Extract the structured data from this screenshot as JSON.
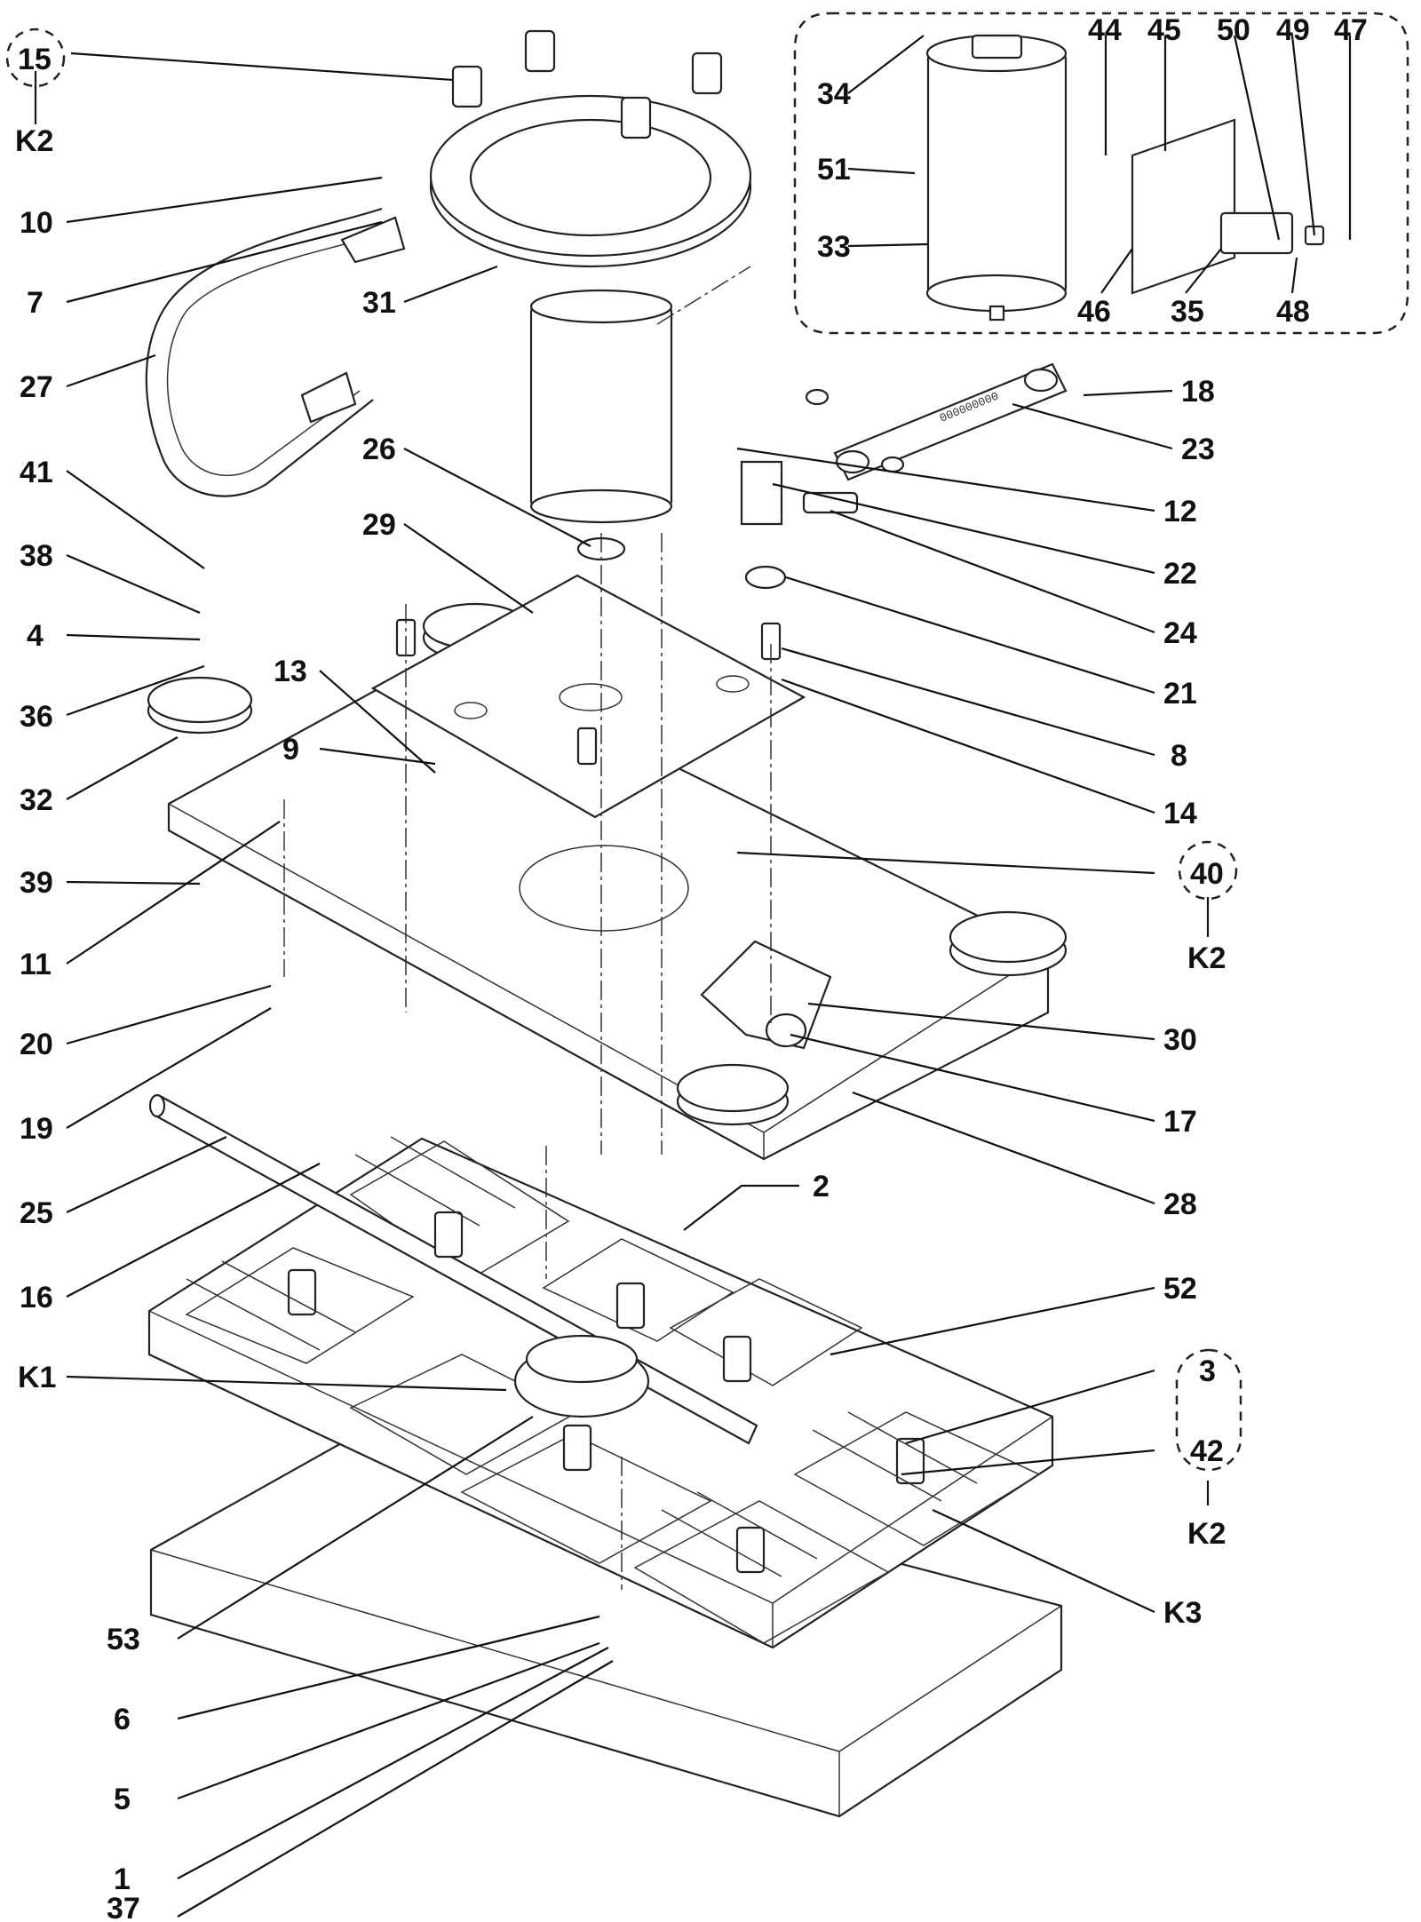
{
  "callouts": [
    {
      "id": "c15",
      "text": "15"
    },
    {
      "id": "k2a",
      "text": "K2"
    },
    {
      "id": "c10",
      "text": "10"
    },
    {
      "id": "c7",
      "text": "7"
    },
    {
      "id": "c27",
      "text": "27"
    },
    {
      "id": "c41",
      "text": "41"
    },
    {
      "id": "c38",
      "text": "38"
    },
    {
      "id": "c4",
      "text": "4"
    },
    {
      "id": "c36",
      "text": "36"
    },
    {
      "id": "c32",
      "text": "32"
    },
    {
      "id": "c39",
      "text": "39"
    },
    {
      "id": "c11",
      "text": "11"
    },
    {
      "id": "c20",
      "text": "20"
    },
    {
      "id": "c19",
      "text": "19"
    },
    {
      "id": "c25",
      "text": "25"
    },
    {
      "id": "c16",
      "text": "16"
    },
    {
      "id": "k1",
      "text": "K1"
    },
    {
      "id": "c53",
      "text": "53"
    },
    {
      "id": "c6",
      "text": "6"
    },
    {
      "id": "c5",
      "text": "5"
    },
    {
      "id": "c1",
      "text": "1"
    },
    {
      "id": "c37",
      "text": "37"
    },
    {
      "id": "c31",
      "text": "31"
    },
    {
      "id": "c26",
      "text": "26"
    },
    {
      "id": "c29",
      "text": "29"
    },
    {
      "id": "c13",
      "text": "13"
    },
    {
      "id": "c9",
      "text": "9"
    },
    {
      "id": "c2",
      "text": "2"
    },
    {
      "id": "c34",
      "text": "34"
    },
    {
      "id": "c51",
      "text": "51"
    },
    {
      "id": "c33",
      "text": "33"
    },
    {
      "id": "c44",
      "text": "44"
    },
    {
      "id": "c45",
      "text": "45"
    },
    {
      "id": "c50",
      "text": "50"
    },
    {
      "id": "c49",
      "text": "49"
    },
    {
      "id": "c47",
      "text": "47"
    },
    {
      "id": "c46",
      "text": "46"
    },
    {
      "id": "c35",
      "text": "35"
    },
    {
      "id": "c48",
      "text": "48"
    },
    {
      "id": "c18",
      "text": "18"
    },
    {
      "id": "c23",
      "text": "23"
    },
    {
      "id": "c12",
      "text": "12"
    },
    {
      "id": "c22",
      "text": "22"
    },
    {
      "id": "c24",
      "text": "24"
    },
    {
      "id": "c21",
      "text": "21"
    },
    {
      "id": "c8",
      "text": "8"
    },
    {
      "id": "c14",
      "text": "14"
    },
    {
      "id": "c40",
      "text": "40"
    },
    {
      "id": "k2b",
      "text": "K2"
    },
    {
      "id": "c30",
      "text": "30"
    },
    {
      "id": "c17",
      "text": "17"
    },
    {
      "id": "c28",
      "text": "28"
    },
    {
      "id": "c52",
      "text": "52"
    },
    {
      "id": "c3",
      "text": "3"
    },
    {
      "id": "c42",
      "text": "42"
    },
    {
      "id": "k2c",
      "text": "K2"
    },
    {
      "id": "k3",
      "text": "K3"
    }
  ],
  "plate_marking": "000000000"
}
